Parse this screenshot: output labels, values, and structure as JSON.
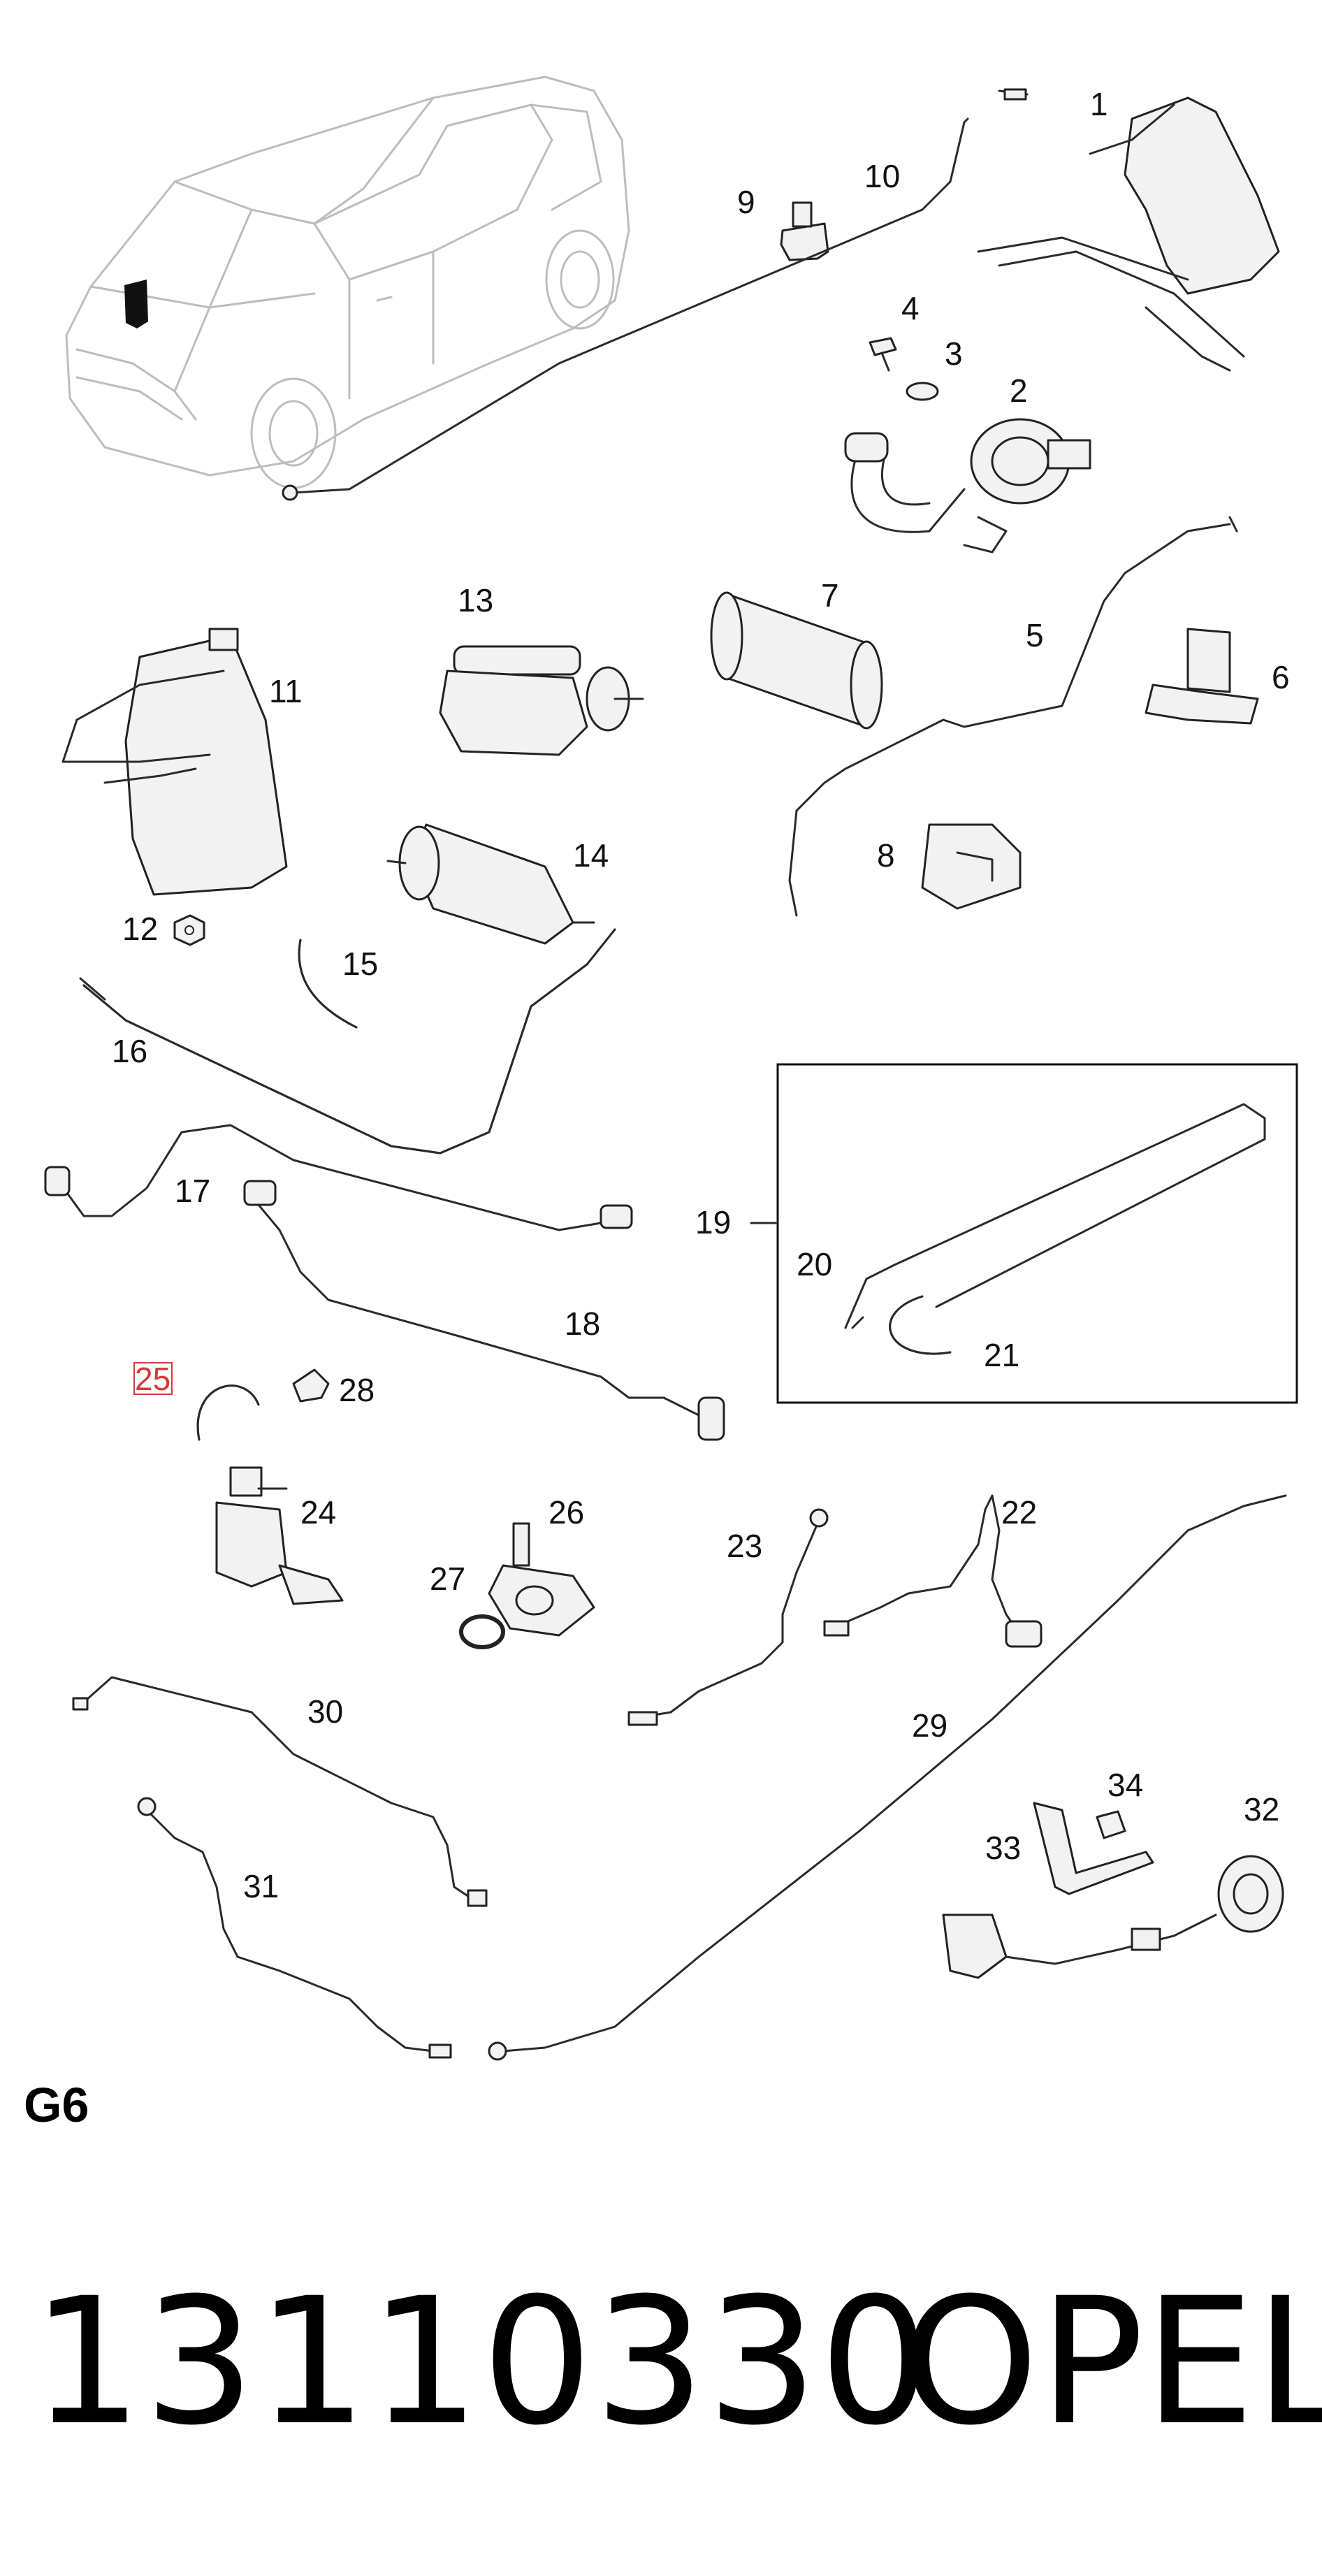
{
  "callouts": {
    "c1": "1",
    "c2": "2",
    "c3": "3",
    "c4": "4",
    "c5": "5",
    "c6": "6",
    "c7": "7",
    "c8": "8",
    "c9": "9",
    "c10": "10",
    "c11": "11",
    "c12": "12",
    "c13": "13",
    "c14": "14",
    "c15": "15",
    "c16": "16",
    "c17": "17",
    "c18": "18",
    "c19": "19",
    "c20": "20",
    "c21": "21",
    "c22": "22",
    "c23": "23",
    "c24": "24",
    "c25": "25",
    "c26": "26",
    "c27": "27",
    "c28": "28",
    "c29": "29",
    "c30": "30",
    "c31": "31",
    "c32": "32",
    "c33": "33",
    "c34": "34"
  },
  "highlighted_callout": "25",
  "group_code": "G6",
  "part_number": "13110330",
  "brand": "OPEL",
  "colors": {
    "highlight": "#d23b3b",
    "car_outline": "#bdbdbd",
    "ink": "#111111"
  }
}
